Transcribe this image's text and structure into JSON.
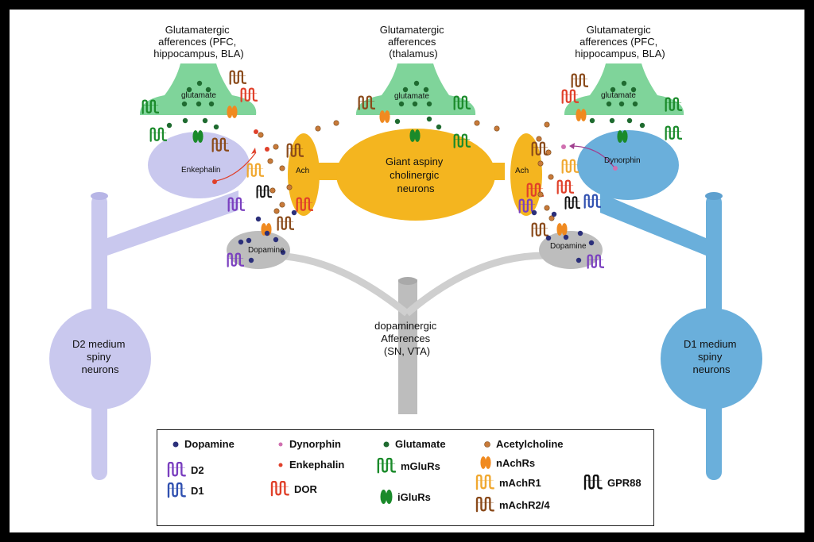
{
  "labels": {
    "glut_left": [
      "Glutamatergic",
      "afferences (PFC,",
      "hippocampus, BLA)"
    ],
    "glut_center": [
      "Glutamatergic",
      "afferences",
      "(thalamus)"
    ],
    "glut_right": [
      "Glutamatergic",
      "afferences (PFC,",
      "hippocampus, BLA)"
    ],
    "glutamate": "glutamate",
    "enkephalin": "Enkephalin",
    "dynorphin": "Dynorphin",
    "ach": "Ach",
    "giant": [
      "Giant aspiny",
      "cholinergic",
      "neurons"
    ],
    "dopamine": "Dopamine",
    "dopaminergic": [
      "dopaminergic",
      "Afferences",
      "(SN, VTA)"
    ],
    "d2_neuron": [
      "D2 medium",
      "spiny",
      "neurons"
    ],
    "d1_neuron": [
      "D1 medium",
      "spiny",
      "neurons"
    ]
  },
  "legend": {
    "dopamine": "Dopamine",
    "d2": "D2",
    "d1": "D1",
    "dynorphin": "Dynorphin",
    "enkephalin": "Enkephalin",
    "dor": "DOR",
    "glutamate": "Glutamate",
    "mglurs": "mGluRs",
    "iglurs": "iGluRs",
    "acetylcholine": "Acetylcholine",
    "nachrs": "nAchRs",
    "machr1": "mAchR1",
    "machr24": "mAchR2/4",
    "gpr88": "GPR88"
  },
  "colors": {
    "glut_green": "#7fd49a",
    "d2_lavender": "#c9c8ee",
    "d1_blue": "#6aafdb",
    "ach_yellow": "#f4b51f",
    "dopa_grey": "#bdbdbd",
    "dopamine_dot": "#2b2f7a",
    "glutamate_dot": "#1f6b30",
    "ach_dot": "#c87a3a",
    "enk_dot": "#e0402a",
    "dyn_dot": "#d070b0",
    "d2_rec": "#7a3fbf",
    "d1_rec": "#3050b0",
    "mglur": "#1a8a2a",
    "iglur": "#1a8a2a",
    "nachr": "#f08a20",
    "machr1": "#f0a830",
    "machr24": "#8a4a1a",
    "dor": "#e0402a",
    "gpr88": "#111111"
  }
}
